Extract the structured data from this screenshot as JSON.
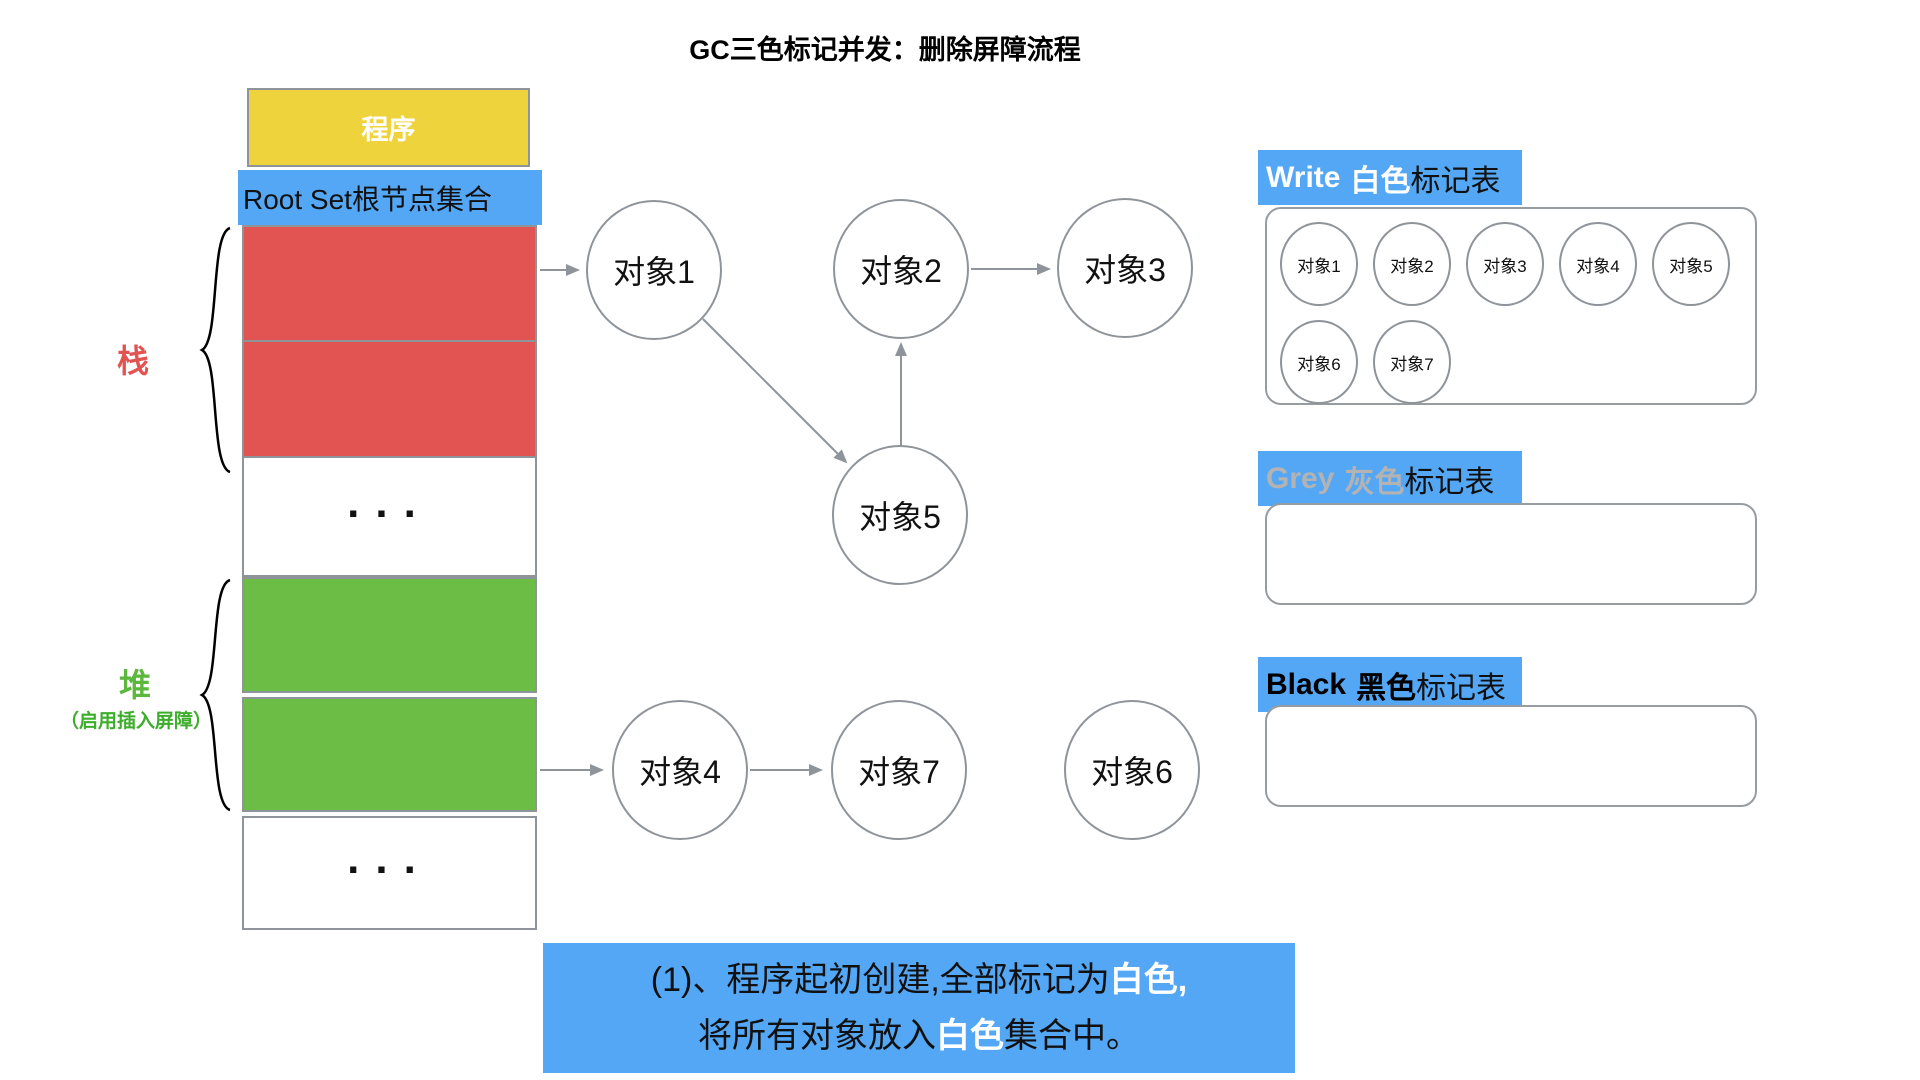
{
  "title": "GC三色标记并发：删除屏障流程",
  "memory": {
    "program_label": "程序",
    "root_set_label": "Root Set根节点集合",
    "ellipsis": "...",
    "stack_label": "栈",
    "heap_label": "堆",
    "heap_note": "（启用插入屏障）"
  },
  "nodes": [
    {
      "id": "obj1",
      "label": "对象1"
    },
    {
      "id": "obj2",
      "label": "对象2"
    },
    {
      "id": "obj3",
      "label": "对象3"
    },
    {
      "id": "obj5",
      "label": "对象5"
    },
    {
      "id": "obj4",
      "label": "对象4"
    },
    {
      "id": "obj7",
      "label": "对象7"
    },
    {
      "id": "obj6",
      "label": "对象6"
    }
  ],
  "edges": [
    "stack-slot→对象1",
    "对象1→对象5",
    "对象5→对象2",
    "对象2→对象3",
    "heap-slot→对象4",
    "对象4→对象7"
  ],
  "tables": [
    {
      "title_en": "Write",
      "title_cn": "白色",
      "title_suffix": "标记表",
      "items": [
        "对象1",
        "对象2",
        "对象3",
        "对象4",
        "对象5",
        "对象6",
        "对象7"
      ]
    },
    {
      "title_en": "Grey",
      "title_cn": "灰色",
      "title_suffix": "标记表",
      "items": []
    },
    {
      "title_en": "Black",
      "title_cn": "黑色",
      "title_suffix": "标记表",
      "items": []
    }
  ],
  "caption": {
    "line1_prefix": "(1)、程序起初创建,全部标记为",
    "line1_highlight": "白色,",
    "line2_prefix": "将所有对象放入",
    "line2_highlight": "白色",
    "line2_suffix": "集合中。"
  },
  "colors": {
    "yellow": "#EFD33D",
    "blue": "#54A7F5",
    "red": "#E15452",
    "green": "#6CBD45",
    "gray_border": "#8E9499",
    "grey_label_text": "#B3B3B3"
  }
}
